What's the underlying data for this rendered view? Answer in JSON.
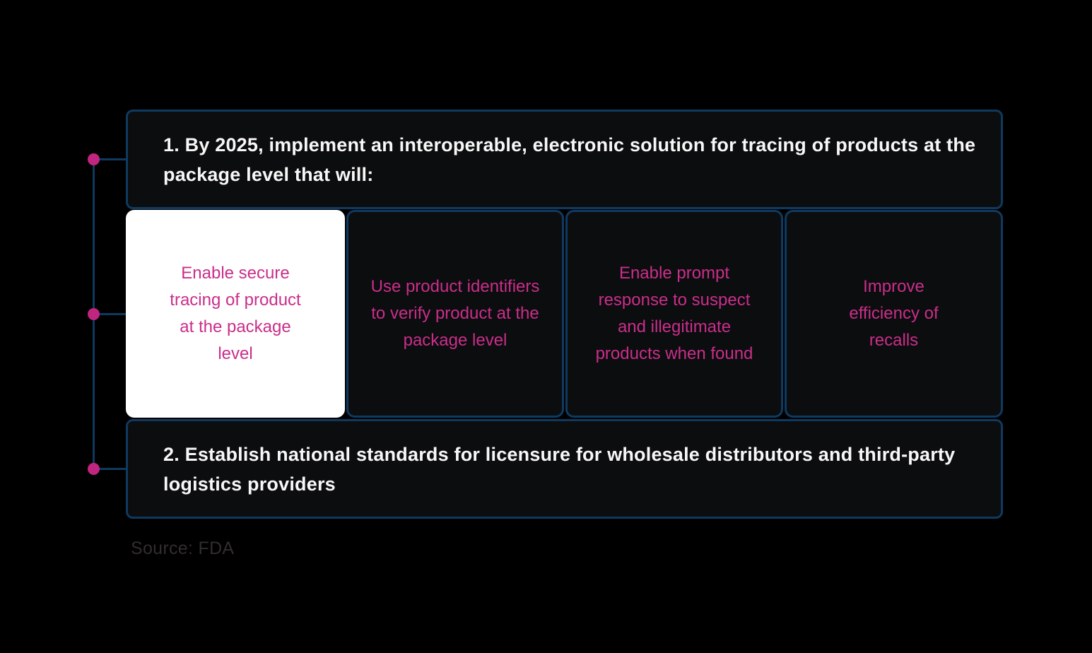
{
  "colors": {
    "bg": "#000000",
    "box_bg": "#0c0d0f",
    "border_navy": "#0f3a5f",
    "accent_pink": "#ca2e8a",
    "dot_pink": "#c0257f",
    "heading_text": "#f7f7f7",
    "white_card_bg": "#ffffff",
    "source_text": "#322d30"
  },
  "goal1": {
    "label": "1. By 2025, implement an interoperable, electronic solution for tracing of products at the package level that will:",
    "sub_items": [
      {
        "label": "Enable secure tracing of product at the package level",
        "highlighted": true
      },
      {
        "label": "Use product identifiers to verify product at the package level",
        "highlighted": false
      },
      {
        "label": "Enable prompt response to suspect and illegitimate products when found",
        "highlighted": false
      },
      {
        "label": "Improve efficiency of recalls",
        "highlighted": false
      }
    ]
  },
  "goal2": {
    "label": "2. Establish national standards for licensure for wholesale distributors and third-party logistics providers"
  },
  "source": {
    "label": "Source: FDA"
  }
}
